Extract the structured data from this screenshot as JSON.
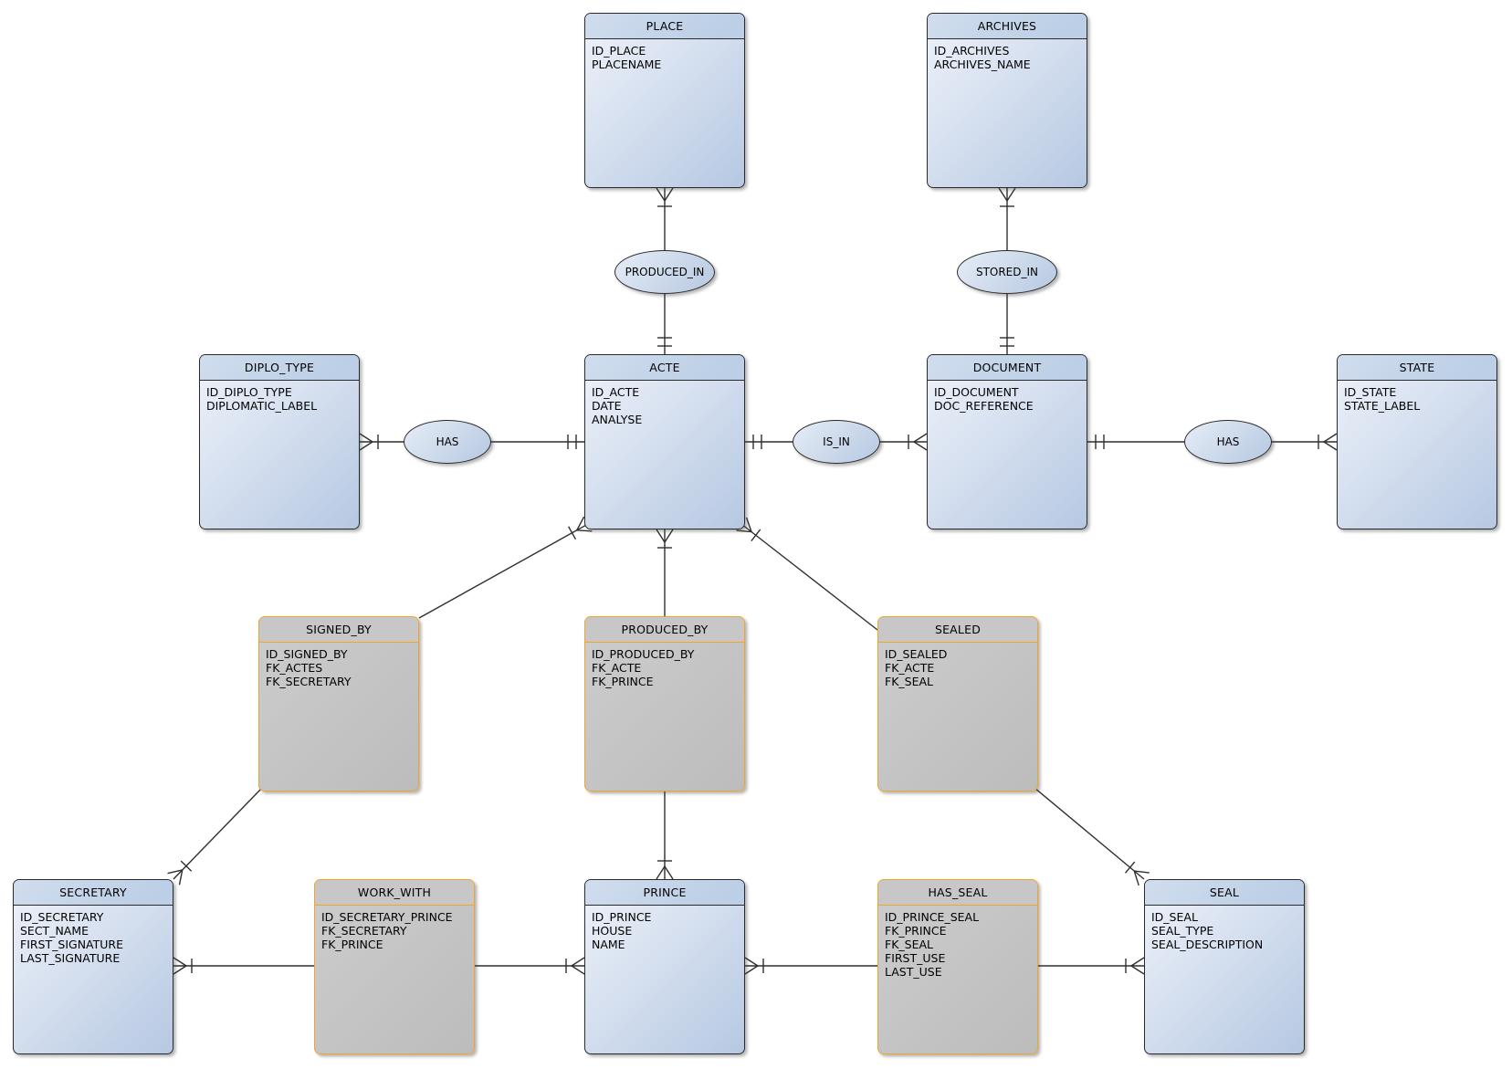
{
  "diagram_type": "entity-relationship-model",
  "colors": {
    "entity_header": "#bccfe6",
    "entity_body_light": "#eff3fa",
    "entity_body_dark": "#b6c8e2",
    "entity_border": "#2a2a2a",
    "association_border": "#f5a329",
    "association_header": "#c7c7c7",
    "association_body_light": "#cdcdcd",
    "association_body_dark": "#bcbcbc",
    "connector": "#2f2f2f",
    "canvas_background": "#ffffff",
    "text": "#000000"
  },
  "tables": {
    "place": {
      "title": "PLACE",
      "attributes": [
        "ID_PLACE",
        "PLACENAME"
      ]
    },
    "archives": {
      "title": "ARCHIVES",
      "attributes": [
        "ID_ARCHIVES",
        "ARCHIVES_NAME"
      ]
    },
    "diplo_type": {
      "title": "DIPLO_TYPE",
      "attributes": [
        "ID_DIPLO_TYPE",
        "DIPLOMATIC_LABEL"
      ]
    },
    "acte": {
      "title": "ACTE",
      "attributes": [
        "ID_ACTE",
        "DATE",
        "ANALYSE"
      ]
    },
    "document": {
      "title": "DOCUMENT",
      "attributes": [
        "ID_DOCUMENT",
        "DOC_REFERENCE"
      ]
    },
    "state": {
      "title": "STATE",
      "attributes": [
        "ID_STATE",
        "STATE_LABEL"
      ]
    },
    "secretary": {
      "title": "SECRETARY",
      "attributes": [
        "ID_SECRETARY",
        "SECT_NAME",
        "FIRST_SIGNATURE",
        "LAST_SIGNATURE"
      ]
    },
    "prince": {
      "title": "PRINCE",
      "attributes": [
        "ID_PRINCE",
        "HOUSE",
        "NAME"
      ]
    },
    "seal": {
      "title": "SEAL",
      "attributes": [
        "ID_SEAL",
        "SEAL_TYPE",
        "SEAL_DESCRIPTION"
      ]
    },
    "signed_by": {
      "title": "SIGNED_BY",
      "attributes": [
        "ID_SIGNED_BY",
        "FK_ACTES",
        "FK_SECRETARY"
      ]
    },
    "produced_by": {
      "title": "PRODUCED_BY",
      "attributes": [
        "ID_PRODUCED_BY",
        "FK_ACTE",
        "FK_PRINCE"
      ]
    },
    "sealed": {
      "title": "SEALED",
      "attributes": [
        "ID_SEALED",
        "FK_ACTE",
        "FK_SEAL"
      ]
    },
    "work_with": {
      "title": "WORK_WITH",
      "attributes": [
        "ID_SECRETARY_PRINCE",
        "FK_SECRETARY",
        "FK_PRINCE"
      ]
    },
    "has_seal": {
      "title": "HAS_SEAL",
      "attributes": [
        "ID_PRINCE_SEAL",
        "FK_PRINCE",
        "FK_SEAL",
        "FIRST_USE",
        "LAST_USE"
      ]
    }
  },
  "relationships": {
    "produced_in": {
      "label": "PRODUCED_IN"
    },
    "stored_in": {
      "label": "STORED_IN"
    },
    "has_left": {
      "label": "HAS"
    },
    "is_in": {
      "label": "IS_IN"
    },
    "has_right": {
      "label": "HAS"
    }
  }
}
